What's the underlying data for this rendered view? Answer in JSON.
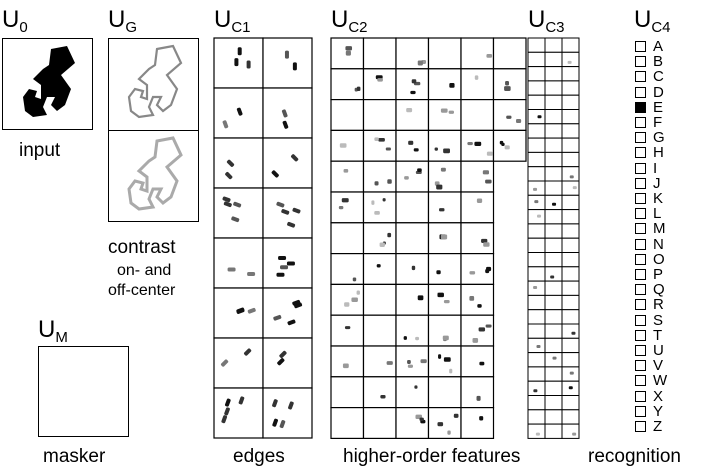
{
  "layers": {
    "u0": {
      "symbol": "U",
      "sub": "0",
      "caption": "input"
    },
    "ug": {
      "symbol": "U",
      "sub": "G",
      "caption_line1": "contrast",
      "caption_line2": "on- and",
      "caption_line3": "off-center"
    },
    "uc1": {
      "symbol": "U",
      "sub": "C1",
      "caption": "edges"
    },
    "uc2": {
      "symbol": "U",
      "sub": "C2",
      "caption": "higher-order features"
    },
    "uc3": {
      "symbol": "U",
      "sub": "C3"
    },
    "uc4": {
      "symbol": "U",
      "sub": "C4",
      "caption": "recognition"
    },
    "um": {
      "symbol": "U",
      "sub": "M",
      "caption": "masker"
    }
  },
  "recognition": {
    "letters": [
      "A",
      "B",
      "C",
      "D",
      "E",
      "F",
      "G",
      "H",
      "I",
      "J",
      "K",
      "L",
      "M",
      "N",
      "O",
      "P",
      "Q",
      "R",
      "S",
      "T",
      "U",
      "V",
      "W",
      "X",
      "Y",
      "Z"
    ],
    "active": "E"
  }
}
